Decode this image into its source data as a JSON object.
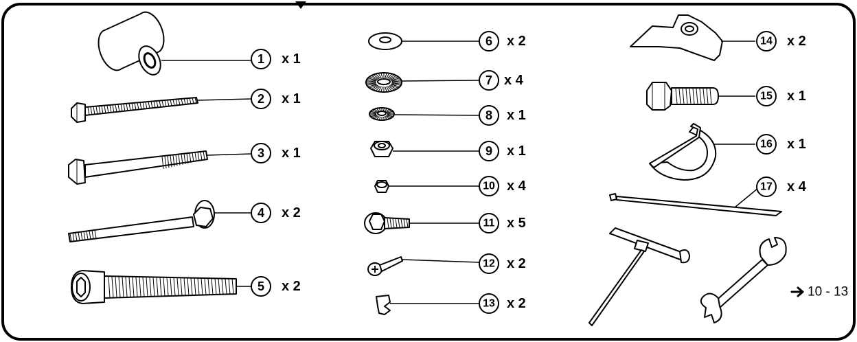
{
  "parts": [
    {
      "number": "1",
      "quantity": "x 1"
    },
    {
      "number": "2",
      "quantity": "x 1"
    },
    {
      "number": "3",
      "quantity": "x 1"
    },
    {
      "number": "4",
      "quantity": "x 2"
    },
    {
      "number": "5",
      "quantity": "x 2"
    },
    {
      "number": "6",
      "quantity": "x 2"
    },
    {
      "number": "7",
      "quantity": "x 4"
    },
    {
      "number": "8",
      "quantity": "x 1"
    },
    {
      "number": "9",
      "quantity": "x 1"
    },
    {
      "number": "10",
      "quantity": "x 4"
    },
    {
      "number": "11",
      "quantity": "x 5"
    },
    {
      "number": "12",
      "quantity": "x 2"
    },
    {
      "number": "13",
      "quantity": "x 2"
    },
    {
      "number": "14",
      "quantity": "x 2"
    },
    {
      "number": "15",
      "quantity": "x 1"
    },
    {
      "number": "16",
      "quantity": "x 1"
    },
    {
      "number": "17",
      "quantity": "x 4"
    }
  ],
  "tools": {
    "reference": "10 - 13",
    "arrow_icon": "right-arrow-icon"
  }
}
